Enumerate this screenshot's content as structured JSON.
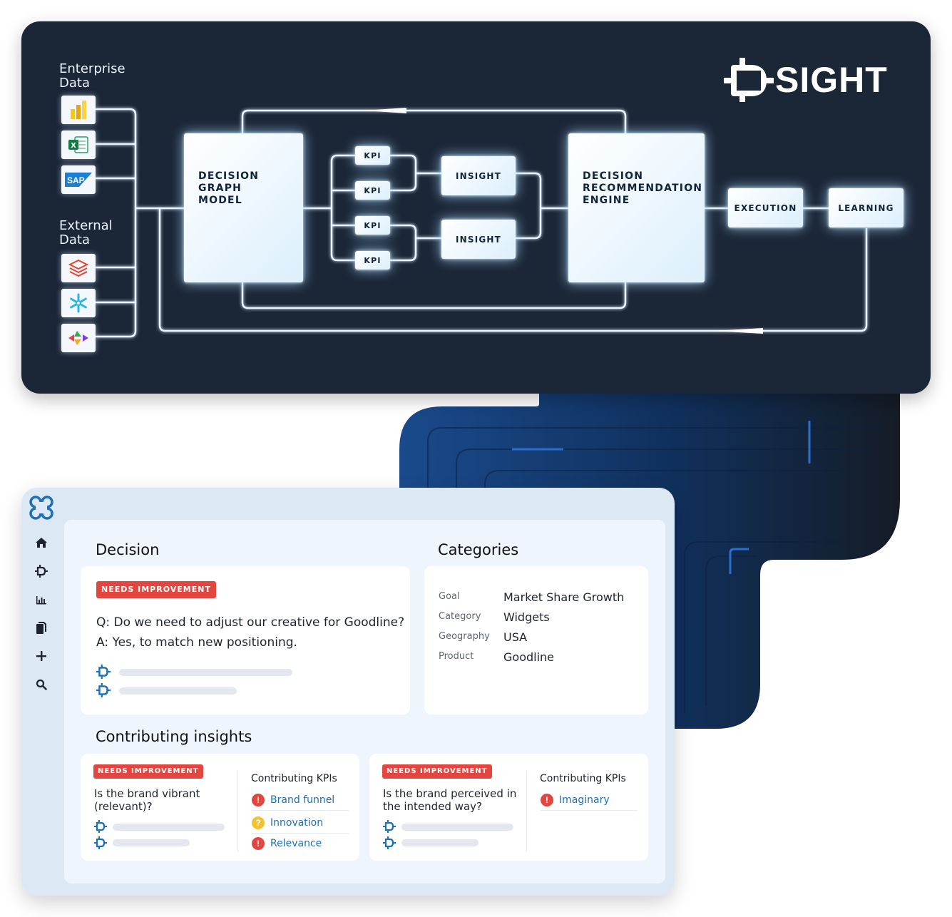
{
  "brand": {
    "logo_text": "SIGHT"
  },
  "diagram": {
    "enterprise_label": "Enterprise\nData",
    "external_label": "External\nData",
    "enterprise_sources": [
      {
        "icon": "power-bi-icon"
      },
      {
        "icon": "excel-icon"
      },
      {
        "icon": "sap-icon",
        "text": "SAP"
      }
    ],
    "external_sources": [
      {
        "icon": "databricks-icon"
      },
      {
        "icon": "snowflake-icon"
      },
      {
        "icon": "multicolor-arrows-icon"
      }
    ],
    "decision_graph_model": "DECISION\nGRAPH MODEL",
    "kpis": [
      "KPI",
      "KPI",
      "KPI",
      "KPI"
    ],
    "insights": [
      "INSIGHT",
      "INSIGHT"
    ],
    "decision_engine": "DECISION\nRECOMMENDATION\nENGINE",
    "execution": "EXECUTION",
    "learning": "LEARNING"
  },
  "sidebar": {
    "items": [
      {
        "icon": "home-icon"
      },
      {
        "icon": "sight-logo-icon"
      },
      {
        "icon": "bar-chart-icon"
      },
      {
        "icon": "documents-icon"
      },
      {
        "icon": "plus-icon"
      },
      {
        "icon": "search-icon"
      }
    ]
  },
  "decision": {
    "title": "Decision",
    "badge": "NEEDS IMPROVEMENT",
    "question": "Q: Do we need to adjust our creative for Goodline?",
    "answer": "A: Yes, to match new positioning."
  },
  "categories": {
    "title": "Categories",
    "rows": [
      {
        "key": "Goal",
        "value": "Market Share Growth"
      },
      {
        "key": "Category",
        "value": "Widgets"
      },
      {
        "key": "Geography",
        "value": "USA"
      },
      {
        "key": "Product",
        "value": "Goodline"
      }
    ]
  },
  "insights": {
    "title": "Contributing insights",
    "cards": [
      {
        "badge": "NEEDS IMPROVEMENT",
        "question": "Is the brand vibrant\n(relevant)?",
        "kpi_title": "Contributing KPIs",
        "kpis": [
          {
            "label": "Brand funnel",
            "status": "bad",
            "mark": "!"
          },
          {
            "label": "Innovation",
            "status": "warn",
            "mark": "?"
          },
          {
            "label": "Relevance",
            "status": "bad",
            "mark": "!"
          }
        ]
      },
      {
        "badge": "NEEDS IMPROVEMENT",
        "question": "Is the brand perceived in\nthe intended way?",
        "kpi_title": "Contributing KPIs",
        "kpis": [
          {
            "label": "Imaginary",
            "status": "bad",
            "mark": "!"
          }
        ]
      }
    ]
  },
  "colors": {
    "panel_dark": "#1b2637",
    "accent_blue": "#1d6fb8",
    "badge_red": "#e3463f",
    "warn_yellow": "#f2c230",
    "glow": "#cfeaff"
  }
}
